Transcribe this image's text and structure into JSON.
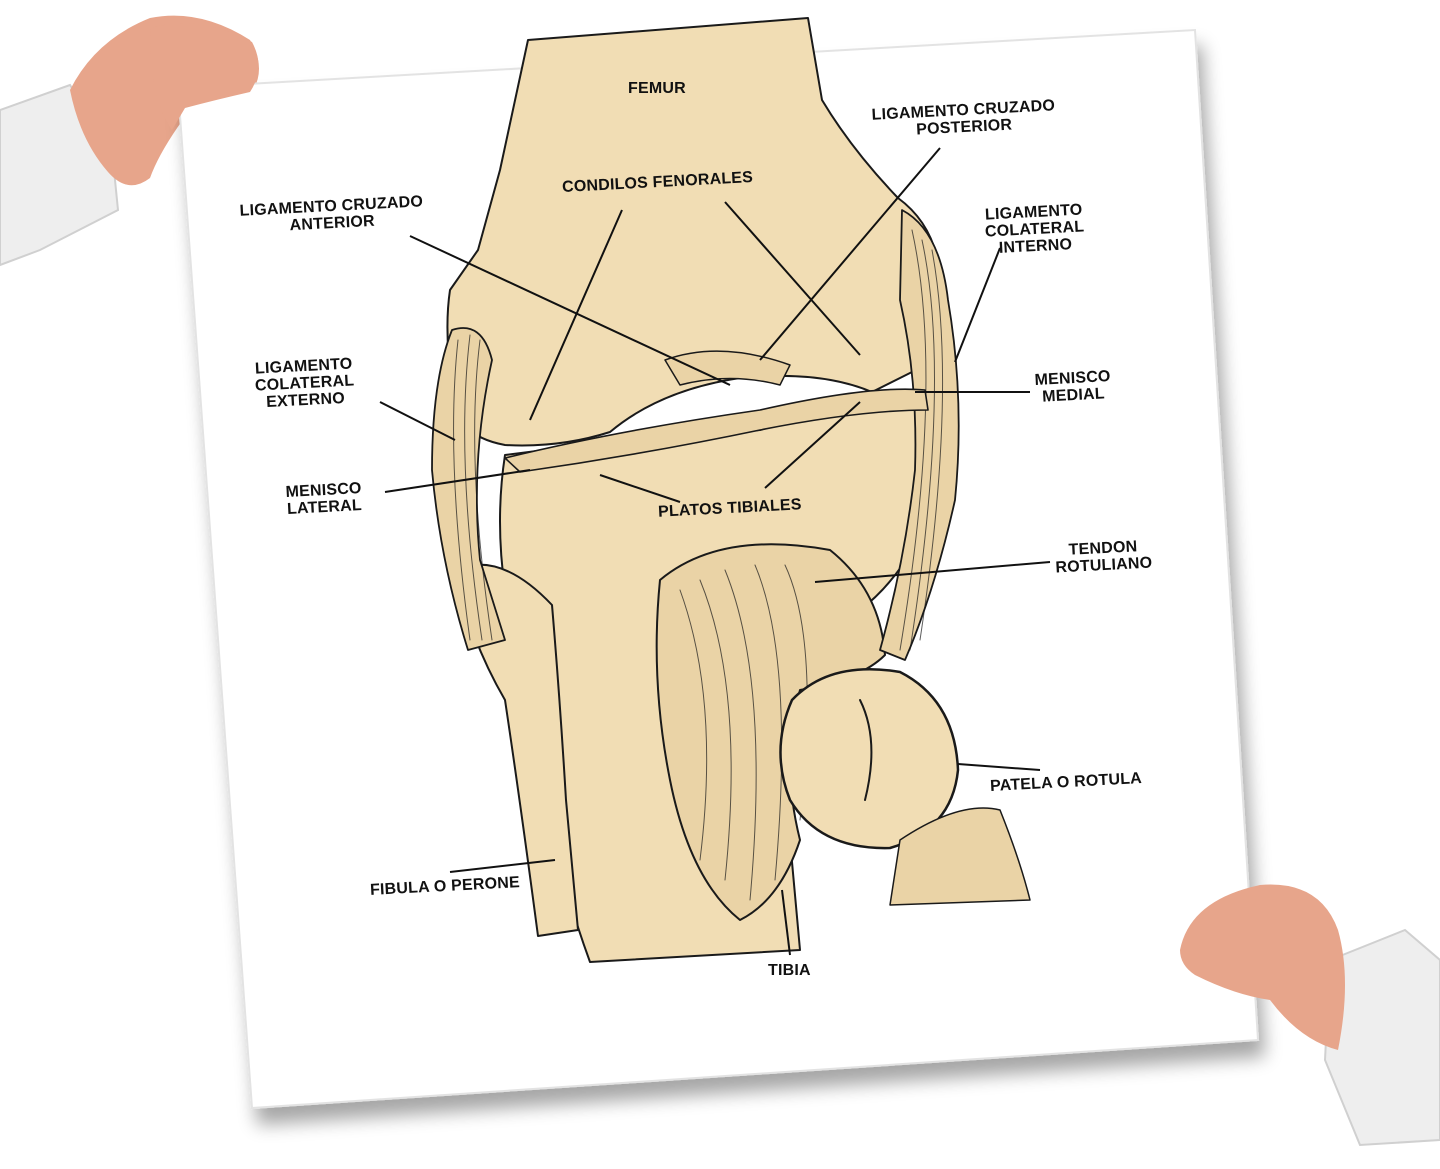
{
  "diagram": {
    "colors": {
      "bone": "#f1ddb4",
      "ink": "#1a1a1a",
      "paper": "#ffffff",
      "skin": "#e7a58b",
      "sleeve": "#eeeeee"
    },
    "labels": {
      "femur": "FEMUR",
      "lca_1": "LIGAMENTO CRUZADO",
      "lca_2": "ANTERIOR",
      "condilos": "CONDILOS FENORALES",
      "lcp_1": "LIGAMENTO  CRUZADO",
      "lcp_2": "POSTERIOR",
      "lci_1": "LIGAMENTO",
      "lci_2": "COLATERAL",
      "lci_3": "INTERNO",
      "lce_1": "LIGAMENTO",
      "lce_2": "COLATERAL",
      "lce_3": "EXTERNO",
      "menisco_medial_1": "MENISCO",
      "menisco_medial_2": "MEDIAL",
      "menisco_lateral_1": "MENISCO",
      "menisco_lateral_2": "LATERAL",
      "platos": "PLATOS TIBIALES",
      "tendon_1": "TENDON",
      "tendon_2": "ROTULIANO",
      "patela": "PATELA O ROTULA",
      "fibula": "FIBULA O PERONE",
      "tibia": "TIBIA"
    }
  }
}
